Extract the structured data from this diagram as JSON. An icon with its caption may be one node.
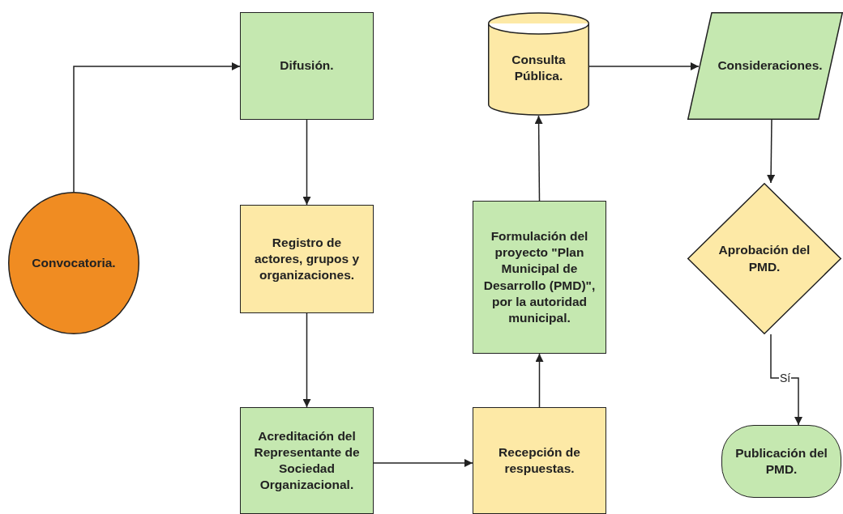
{
  "diagram": {
    "nodes": [
      {
        "text": [
          "Convocatoria."
        ]
      },
      {
        "text": [
          "Difusión."
        ]
      },
      {
        "text": [
          "Registro de actores, grupos y organizaciones."
        ]
      },
      {
        "text": [
          "Acreditación del Representante de Sociedad Organizacional."
        ]
      },
      {
        "text": [
          "Recepción de respuestas."
        ]
      },
      {
        "text": [
          "Formulación del proyecto \"Plan Municipal de Desarrollo (PMD)\", por la autoridad municipal."
        ]
      },
      {
        "text": [
          "Consulta Pública."
        ]
      },
      {
        "text": [
          "Consideraciones."
        ]
      },
      {
        "text": [
          "Aprobación del PMD."
        ]
      },
      {
        "text": [
          "Publicación del PMD."
        ]
      }
    ],
    "edges": [
      {
        "from": 0,
        "to": 1,
        "arrow": "to"
      },
      {
        "from": 1,
        "to": 2,
        "arrow": "to"
      },
      {
        "from": 2,
        "to": 3,
        "arrow": "to"
      },
      {
        "from": 3,
        "to": 4,
        "arrow": "to"
      },
      {
        "from": 4,
        "to": 5,
        "arrow": "to"
      },
      {
        "from": 5,
        "to": 6,
        "arrow": "to"
      },
      {
        "from": 6,
        "to": 7,
        "arrow": "to"
      },
      {
        "from": 7,
        "to": 8,
        "arrow": "to"
      },
      {
        "from": 8,
        "to": 9,
        "arrow": "to",
        "label": "Sí"
      }
    ]
  }
}
